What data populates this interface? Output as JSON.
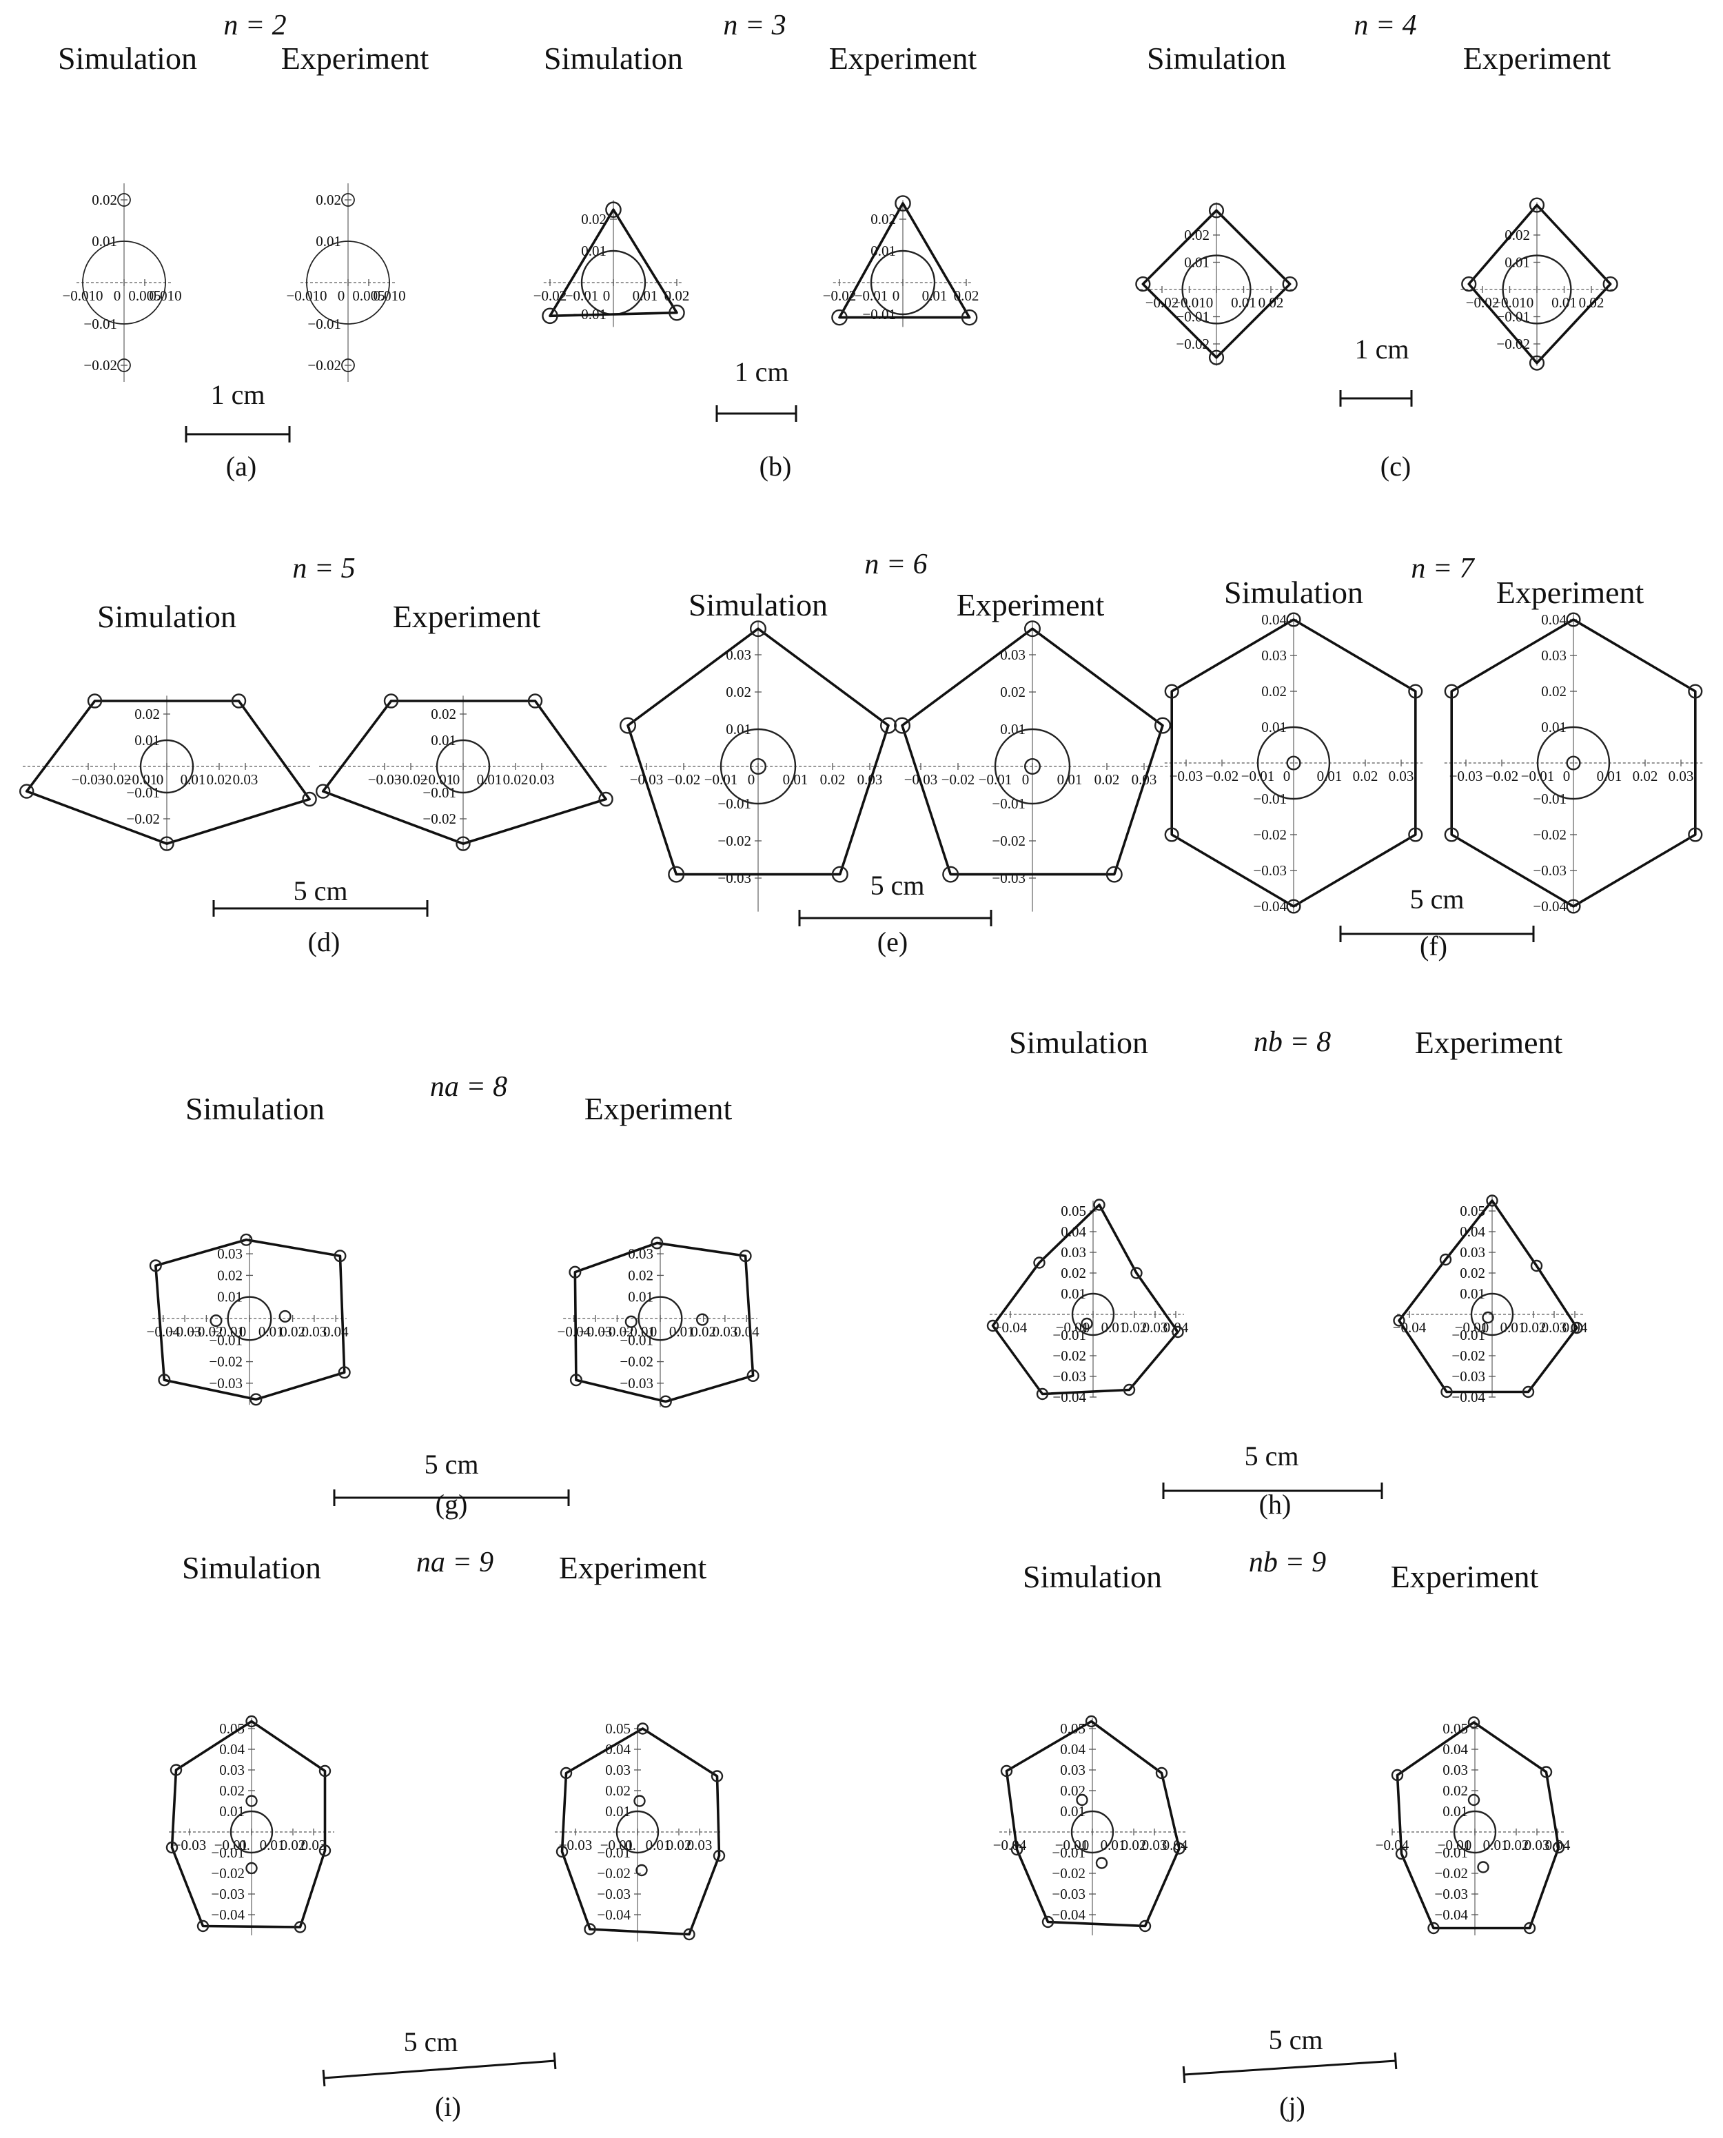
{
  "labels": {
    "simulation": "Simulation",
    "experiment": "Experiment"
  },
  "panels": [
    {
      "id": "a",
      "caption": "(a)",
      "n_label": "n = 2",
      "scale_label": "1 cm",
      "ticks": {
        "x": [
          "−0.010",
          "0",
          "0.005",
          "0.010"
        ],
        "y": [
          "0.02",
          "0.01",
          "−0.01",
          "−0.02"
        ]
      },
      "sim": {
        "center": [
          0,
          0
        ],
        "center_radius": 0.01,
        "fish_radius": 0.0015,
        "polygon": false,
        "outer": [
          [
            0,
            0.02
          ],
          [
            0,
            -0.02
          ]
        ],
        "inner": []
      },
      "exp": {
        "center": [
          0,
          0
        ],
        "center_radius": 0.01,
        "fish_radius": 0.0015,
        "polygon": false,
        "outer": [
          [
            0,
            0.02
          ],
          [
            0,
            -0.02
          ]
        ],
        "inner": []
      }
    },
    {
      "id": "b",
      "caption": "(b)",
      "n_label": "n = 3",
      "scale_label": "1 cm",
      "ticks": {
        "x": [
          "−0.02",
          "−0.01",
          "0",
          "0.01",
          "0.02"
        ],
        "y": [
          "0.02",
          "0.01",
          "−0.01"
        ]
      },
      "sim": {
        "center": [
          0,
          0
        ],
        "center_radius": 0.01,
        "fish_radius": 0.0023,
        "polygon": true,
        "outer": [
          [
            0,
            0.023
          ],
          [
            -0.02,
            -0.0105
          ],
          [
            0.02,
            -0.0095
          ]
        ],
        "inner": []
      },
      "exp": {
        "center": [
          0,
          0
        ],
        "center_radius": 0.01,
        "fish_radius": 0.0023,
        "polygon": true,
        "outer": [
          [
            0,
            0.025
          ],
          [
            -0.02,
            -0.011
          ],
          [
            0.021,
            -0.011
          ]
        ],
        "inner": []
      }
    },
    {
      "id": "c",
      "caption": "(c)",
      "n_label": "n = 4",
      "scale_label": "1 cm",
      "ticks": {
        "x": [
          "−0.02",
          "−0.01",
          "0",
          "0.01",
          "0.02"
        ],
        "y": [
          "0.02",
          "0.01",
          "−0.01",
          "−0.02"
        ]
      },
      "sim": {
        "center": [
          0,
          0
        ],
        "center_radius": 0.0125,
        "fish_radius": 0.0025,
        "polygon": true,
        "outer": [
          [
            0,
            0.029
          ],
          [
            0.027,
            0.002
          ],
          [
            0,
            -0.025
          ],
          [
            -0.027,
            0.002
          ]
        ],
        "inner": []
      },
      "exp": {
        "center": [
          0,
          0
        ],
        "center_radius": 0.0125,
        "fish_radius": 0.0025,
        "polygon": true,
        "outer": [
          [
            0,
            0.031
          ],
          [
            0.027,
            0.002
          ],
          [
            0,
            -0.027
          ],
          [
            -0.025,
            0.002
          ]
        ],
        "inner": []
      }
    },
    {
      "id": "d",
      "caption": "(d)",
      "n_label": "n = 5",
      "scale_label": "5 cm",
      "ticks": {
        "x": [
          "−0.03",
          "−0.02",
          "−0.01",
          "0",
          "0.01",
          "0.02",
          "0.03"
        ],
        "y": [
          "0.02",
          "0.01",
          "−0.01",
          "−0.02"
        ]
      },
      "sim": {
        "center": [
          0,
          0
        ],
        "center_radius": 0.01,
        "fish_radius": 0.0025,
        "polygon": true,
        "outer": [
          [
            -0.0275,
            0.025
          ],
          [
            0.0275,
            0.025
          ],
          [
            0.0545,
            -0.0125
          ],
          [
            0,
            -0.0295
          ],
          [
            -0.0535,
            -0.0095
          ]
        ],
        "inner": []
      },
      "exp": {
        "center": [
          0,
          0
        ],
        "center_radius": 0.01,
        "fish_radius": 0.0025,
        "polygon": true,
        "outer": [
          [
            -0.0275,
            0.025
          ],
          [
            0.0275,
            0.025
          ],
          [
            0.0545,
            -0.0125
          ],
          [
            0,
            -0.0295
          ],
          [
            -0.0535,
            -0.0095
          ]
        ],
        "inner": []
      }
    },
    {
      "id": "e",
      "caption": "(e)",
      "n_label": "n = 6",
      "scale_label": "5 cm",
      "ticks": {
        "x": [
          "−0.03",
          "−0.02",
          "−0.01",
          "0",
          "0.01",
          "0.02",
          "0.03"
        ],
        "y": [
          "0.03",
          "0.02",
          "0.01",
          "−0.01",
          "−0.02",
          "−0.03"
        ]
      },
      "sim": {
        "center": [
          0,
          0
        ],
        "center_radius": 0.01,
        "fish_radius": 0.002,
        "polygon": true,
        "outer": [
          [
            0,
            0.037
          ],
          [
            0.035,
            0.011
          ],
          [
            0.022,
            -0.029
          ],
          [
            -0.022,
            -0.029
          ],
          [
            -0.035,
            0.011
          ]
        ],
        "inner": [
          [
            0,
            0
          ]
        ]
      },
      "exp": {
        "center": [
          0,
          0
        ],
        "center_radius": 0.01,
        "fish_radius": 0.002,
        "polygon": true,
        "outer": [
          [
            0,
            0.037
          ],
          [
            0.035,
            0.011
          ],
          [
            0.022,
            -0.029
          ],
          [
            -0.022,
            -0.029
          ],
          [
            -0.035,
            0.011
          ]
        ],
        "inner": [
          [
            0,
            0
          ]
        ]
      }
    },
    {
      "id": "f",
      "caption": "(f)",
      "n_label": "n = 7",
      "scale_label": "5 cm",
      "ticks": {
        "x": [
          "−0.03",
          "−0.02",
          "−0.01",
          "0",
          "0.01",
          "0.02",
          "0.03"
        ],
        "y": [
          "0.04",
          "0.03",
          "0.02",
          "0.01",
          "−0.01",
          "−0.02",
          "−0.03",
          "−0.04"
        ]
      },
      "sim": {
        "center": [
          0,
          0
        ],
        "center_radius": 0.01,
        "fish_radius": 0.0018,
        "polygon": true,
        "outer": [
          [
            0,
            0.04
          ],
          [
            0.034,
            0.02
          ],
          [
            0.034,
            -0.02
          ],
          [
            0,
            -0.04
          ],
          [
            -0.034,
            -0.02
          ],
          [
            -0.034,
            0.02
          ]
        ],
        "inner": [
          [
            0,
            0
          ]
        ]
      },
      "exp": {
        "center": [
          0,
          0
        ],
        "center_radius": 0.01,
        "fish_radius": 0.0018,
        "polygon": true,
        "outer": [
          [
            0,
            0.04
          ],
          [
            0.034,
            0.02
          ],
          [
            0.034,
            -0.02
          ],
          [
            0,
            -0.04
          ],
          [
            -0.034,
            -0.02
          ],
          [
            -0.034,
            0.02
          ]
        ],
        "inner": [
          [
            0,
            0
          ]
        ]
      }
    },
    {
      "id": "g",
      "caption": "(g)",
      "n_label": "na = 8",
      "scale_label": "5 cm",
      "ticks": {
        "x": [
          "−0.04",
          "−0.03",
          "−0.02",
          "−0.01",
          "0",
          "0.01",
          "0.02",
          "0.03",
          "0.04"
        ],
        "y": [
          "0.03",
          "0.02",
          "0.01",
          "−0.01",
          "−0.02",
          "−0.03"
        ]
      },
      "sim": {
        "center": [
          0,
          0
        ],
        "center_radius": 0.01,
        "fish_radius": 0.0025,
        "polygon": true,
        "outer": [
          [
            -0.0015,
            0.0365
          ],
          [
            0.042,
            0.029
          ],
          [
            0.044,
            -0.025
          ],
          [
            0.003,
            -0.0375
          ],
          [
            -0.0395,
            -0.0285
          ],
          [
            -0.0435,
            0.0245
          ]
        ],
        "inner": [
          [
            -0.0155,
            -0.001
          ],
          [
            0.0165,
            0.001
          ]
        ]
      },
      "exp": {
        "center": [
          0,
          0
        ],
        "center_radius": 0.01,
        "fish_radius": 0.0025,
        "polygon": true,
        "outer": [
          [
            -0.0015,
            0.035
          ],
          [
            0.0395,
            0.029
          ],
          [
            0.043,
            -0.0265
          ],
          [
            0.0025,
            -0.0385
          ],
          [
            -0.039,
            -0.0285
          ],
          [
            -0.0395,
            0.0215
          ]
        ],
        "inner": [
          [
            -0.0135,
            -0.0015
          ],
          [
            0.0195,
            -0.0005
          ]
        ]
      }
    },
    {
      "id": "h",
      "caption": "(h)",
      "n_label": "nb = 8",
      "scale_label": "5 cm",
      "ticks": {
        "x": [
          "−0.04",
          "−0.01",
          "0",
          "0.01",
          "0.02",
          "0.03",
          "0.04"
        ],
        "y": [
          "0.05",
          "0.04",
          "0.03",
          "0.02",
          "0.01",
          "−0.01",
          "−0.02",
          "−0.03",
          "−0.04"
        ]
      },
      "sim": {
        "center": [
          0,
          0
        ],
        "center_radius": 0.01,
        "fish_radius": 0.0025,
        "polygon": true,
        "outer": [
          [
            0.003,
            0.053
          ],
          [
            0.021,
            0.02
          ],
          [
            0.041,
            -0.0085
          ],
          [
            0.0175,
            -0.0365
          ],
          [
            -0.0245,
            -0.0385
          ],
          [
            -0.0485,
            -0.0055
          ],
          [
            -0.026,
            0.025
          ]
        ],
        "inner": [
          [
            -0.003,
            -0.0045
          ]
        ]
      },
      "exp": {
        "center": [
          0,
          0
        ],
        "center_radius": 0.01,
        "fish_radius": 0.0025,
        "polygon": true,
        "outer": [
          [
            0,
            0.055
          ],
          [
            0.0215,
            0.0235
          ],
          [
            0.041,
            -0.0065
          ],
          [
            0.0175,
            -0.0375
          ],
          [
            -0.022,
            -0.0375
          ],
          [
            -0.045,
            -0.003
          ],
          [
            -0.0225,
            0.0265
          ]
        ],
        "inner": [
          [
            -0.002,
            -0.0015
          ]
        ]
      }
    },
    {
      "id": "i",
      "caption": "(i)",
      "n_label": "na = 9",
      "scale_label": "5 cm",
      "ticks": {
        "x": [
          "−0.03",
          "−0.01",
          "0.",
          "0.01",
          "0.02",
          "0.03"
        ],
        "y": [
          "0.05",
          "0.04",
          "0.03",
          "0.02",
          "0.01",
          "−0.01",
          "−0.02",
          "−0.03",
          "−0.04"
        ]
      },
      "sim": {
        "center": [
          0,
          0
        ],
        "center_radius": 0.01,
        "fish_radius": 0.0025,
        "polygon": true,
        "outer": [
          [
            0,
            0.0535
          ],
          [
            0.0355,
            0.0295
          ],
          [
            0.0355,
            -0.009
          ],
          [
            0.0235,
            -0.046
          ],
          [
            -0.0235,
            -0.0455
          ],
          [
            -0.0385,
            -0.0075
          ],
          [
            -0.0365,
            0.03
          ]
        ],
        "inner": [
          [
            0,
            0.015
          ],
          [
            0,
            -0.0175
          ]
        ]
      },
      "exp": {
        "center": [
          0,
          0
        ],
        "center_radius": 0.01,
        "fish_radius": 0.0025,
        "polygon": true,
        "outer": [
          [
            0.0025,
            0.05
          ],
          [
            0.0385,
            0.027
          ],
          [
            0.0395,
            -0.0115
          ],
          [
            0.025,
            -0.0495
          ],
          [
            -0.023,
            -0.047
          ],
          [
            -0.0365,
            -0.0095
          ],
          [
            -0.0345,
            0.0285
          ]
        ],
        "inner": [
          [
            0.001,
            0.015
          ],
          [
            0.002,
            -0.0185
          ]
        ]
      }
    },
    {
      "id": "j",
      "caption": "(j)",
      "n_label": "nb = 9",
      "scale_label": "5 cm",
      "ticks": {
        "x": [
          "−0.04",
          "−0.01",
          "0",
          "0.01",
          "0.02",
          "0.03",
          "0.04"
        ],
        "y": [
          "0.05",
          "0.04",
          "0.03",
          "0.02",
          "0.01",
          "−0.01",
          "−0.02",
          "−0.03",
          "−0.04"
        ]
      },
      "sim": {
        "center": [
          0,
          0
        ],
        "center_radius": 0.01,
        "fish_radius": 0.0025,
        "polygon": true,
        "outer": [
          [
            -0.0005,
            0.0535
          ],
          [
            0.0335,
            0.0285
          ],
          [
            0.042,
            -0.008
          ],
          [
            0.0255,
            -0.0455
          ],
          [
            -0.0215,
            -0.0435
          ],
          [
            -0.0365,
            -0.0085
          ],
          [
            -0.0415,
            0.0295
          ]
        ],
        "inner": [
          [
            -0.005,
            0.0155
          ],
          [
            0.0045,
            -0.015
          ]
        ]
      },
      "exp": {
        "center": [
          0,
          0
        ],
        "center_radius": 0.01,
        "fish_radius": 0.0025,
        "polygon": true,
        "outer": [
          [
            -0.0005,
            0.053
          ],
          [
            0.0345,
            0.029
          ],
          [
            0.0405,
            -0.0075
          ],
          [
            0.0265,
            -0.0465
          ],
          [
            -0.02,
            -0.0465
          ],
          [
            -0.0355,
            -0.0105
          ],
          [
            -0.0375,
            0.0275
          ]
        ],
        "inner": [
          [
            -0.0005,
            0.0155
          ],
          [
            0.004,
            -0.017
          ]
        ]
      }
    }
  ]
}
